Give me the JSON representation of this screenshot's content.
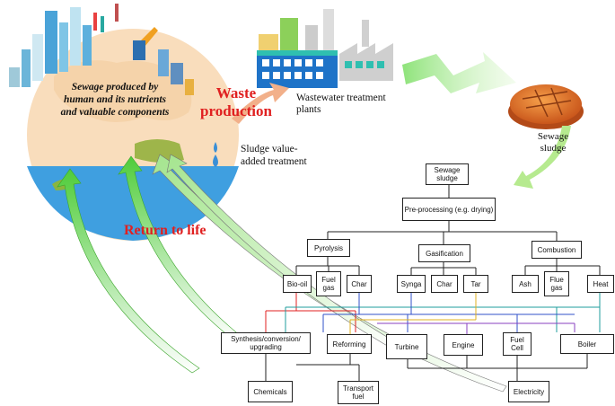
{
  "earth_text": "Sewage produced by human and its nutrients and valuable components",
  "waste_production": "Waste production",
  "wastewater_plants": "Wastewater treatment plants",
  "sewage_sludge_label": "Sewage sludge",
  "sludge_value_added": "Sludge value-added treatment",
  "return_to_life": "Return to life",
  "flowchart": {
    "root": "Sewage sludge",
    "preprocessing": "Pre-processing (e.g. drying)",
    "pyrolysis": "Pyrolysis",
    "gasification": "Gasification",
    "combustion": "Combustion",
    "bio_oil": "Bio-oil",
    "fuel_gas": "Fuel gas",
    "char1": "Char",
    "synga": "Synga",
    "char2": "Char",
    "tar": "Tar",
    "ash": "Ash",
    "flue_gas": "Flue gas",
    "heat": "Heat",
    "synthesis": "Synthesis/conversion/ upgrading",
    "reforming": "Reforming",
    "turbine": "Turbine",
    "engine": "Engine",
    "fuel_cell": "Fuel Cell",
    "boiler": "Boiler",
    "chemicals": "Chemicals",
    "transport_fuel": "Transport fuel",
    "electricity": "Electricity"
  },
  "colors": {
    "earth_land": "#fbe3c4",
    "ocean": "#4aa8dc",
    "red_text": "#e02020",
    "arrow_green": "#6fd34a",
    "factory_blue": "#1e73c8",
    "factory_teal": "#2fbfb0",
    "sludge_orange": "#e8782a"
  }
}
